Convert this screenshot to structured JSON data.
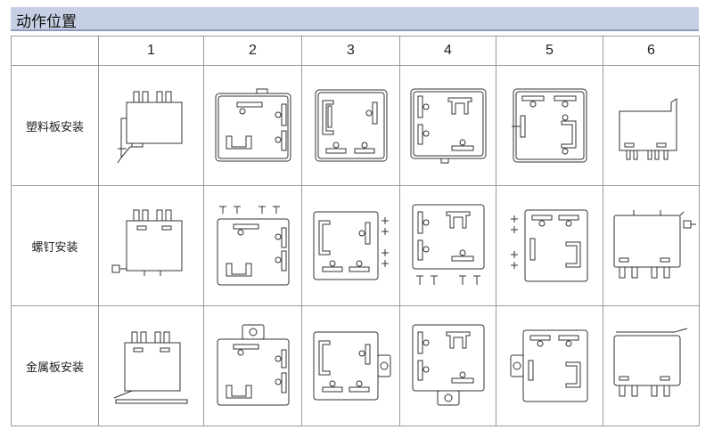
{
  "header": {
    "title": "动作位置"
  },
  "table": {
    "columns": [
      "1",
      "2",
      "3",
      "4",
      "5",
      "6"
    ],
    "rows": [
      {
        "label": "塑料板安装"
      },
      {
        "label": "螺钉安装"
      },
      {
        "label": "金属板安装"
      }
    ]
  }
}
